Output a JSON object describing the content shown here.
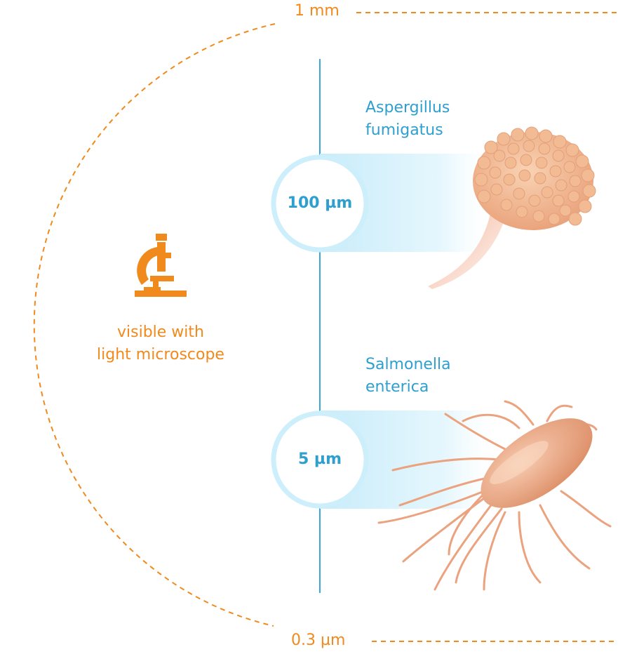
{
  "scale": {
    "top_label": "1 mm",
    "bottom_label": "0.3 µm"
  },
  "microscope": {
    "icon": "microscope-icon",
    "caption_line1": "visible with",
    "caption_line2": "light microscope"
  },
  "organisms": [
    {
      "name_line1": "Aspergillus",
      "name_line2": "fumigatus",
      "size_label": "100 µm",
      "illustration": "aspergillus-fungus-illustration"
    },
    {
      "name_line1": "Salmonella",
      "name_line2": "enterica",
      "size_label": "5 µm",
      "illustration": "salmonella-bacterium-illustration"
    }
  ],
  "colors": {
    "accent_orange": "#f08a1d",
    "accent_blue": "#2f9fcf",
    "badge_ring": "#cdeefb",
    "organism_peach": "#f2b48e"
  }
}
